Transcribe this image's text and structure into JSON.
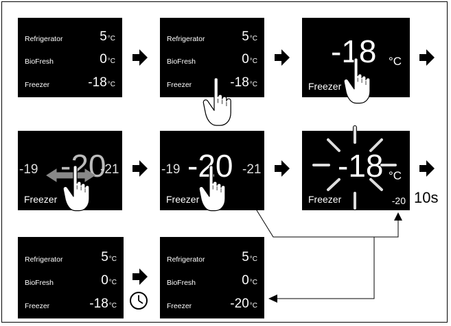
{
  "labels": {
    "refrigerator": "Refrigerator",
    "biofresh": "BioFresh",
    "freezer": "Freezer"
  },
  "unit": "°C",
  "panel1": {
    "refrigerator": "5",
    "biofresh": "0",
    "freezer": "-18"
  },
  "panel2": {
    "refrigerator": "5",
    "biofresh": "0",
    "freezer": "-18"
  },
  "panel3": {
    "value": "-18"
  },
  "panel4": {
    "left": "-19",
    "value": "-20",
    "right": "-21"
  },
  "panel5": {
    "left": "-19",
    "value": "-20",
    "right": "-21"
  },
  "panel6": {
    "value": "-18",
    "small": "-20"
  },
  "timer_text": "10s",
  "panel7": {
    "refrigerator": "5",
    "biofresh": "0",
    "freezer": "-18"
  },
  "panel8": {
    "refrigerator": "5",
    "biofresh": "0",
    "freezer": "-20"
  },
  "icons": [
    "right-arrow-icon",
    "tap-hand-icon",
    "swipe-hand-icon",
    "clock-icon"
  ]
}
